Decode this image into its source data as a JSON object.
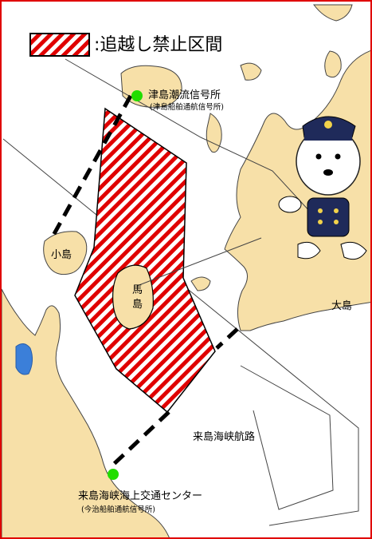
{
  "legend": {
    "label": ":追越し禁止区間"
  },
  "labels": {
    "tsushima_station": "津島潮流信号所",
    "tsushima_station_sub": "(津島船舶通航信号所)",
    "kojima": "小島",
    "umashima_1": "馬",
    "umashima_2": "島",
    "oshima": "大島",
    "kurushima_route": "来島海峡航路",
    "center": "来島海峡海上交通センター",
    "center_sub": "(今治船舶通航信号所)"
  },
  "colors": {
    "land": "#f7e0a8",
    "sea": "#ffffff",
    "hatch_red": "#e00000",
    "station_dot": "#22dd00",
    "frame": "#e00000",
    "water_blue": "#3b7fd9"
  },
  "icons": {
    "mascot": "police-mascot-icon",
    "station": "green-dot-icon"
  }
}
